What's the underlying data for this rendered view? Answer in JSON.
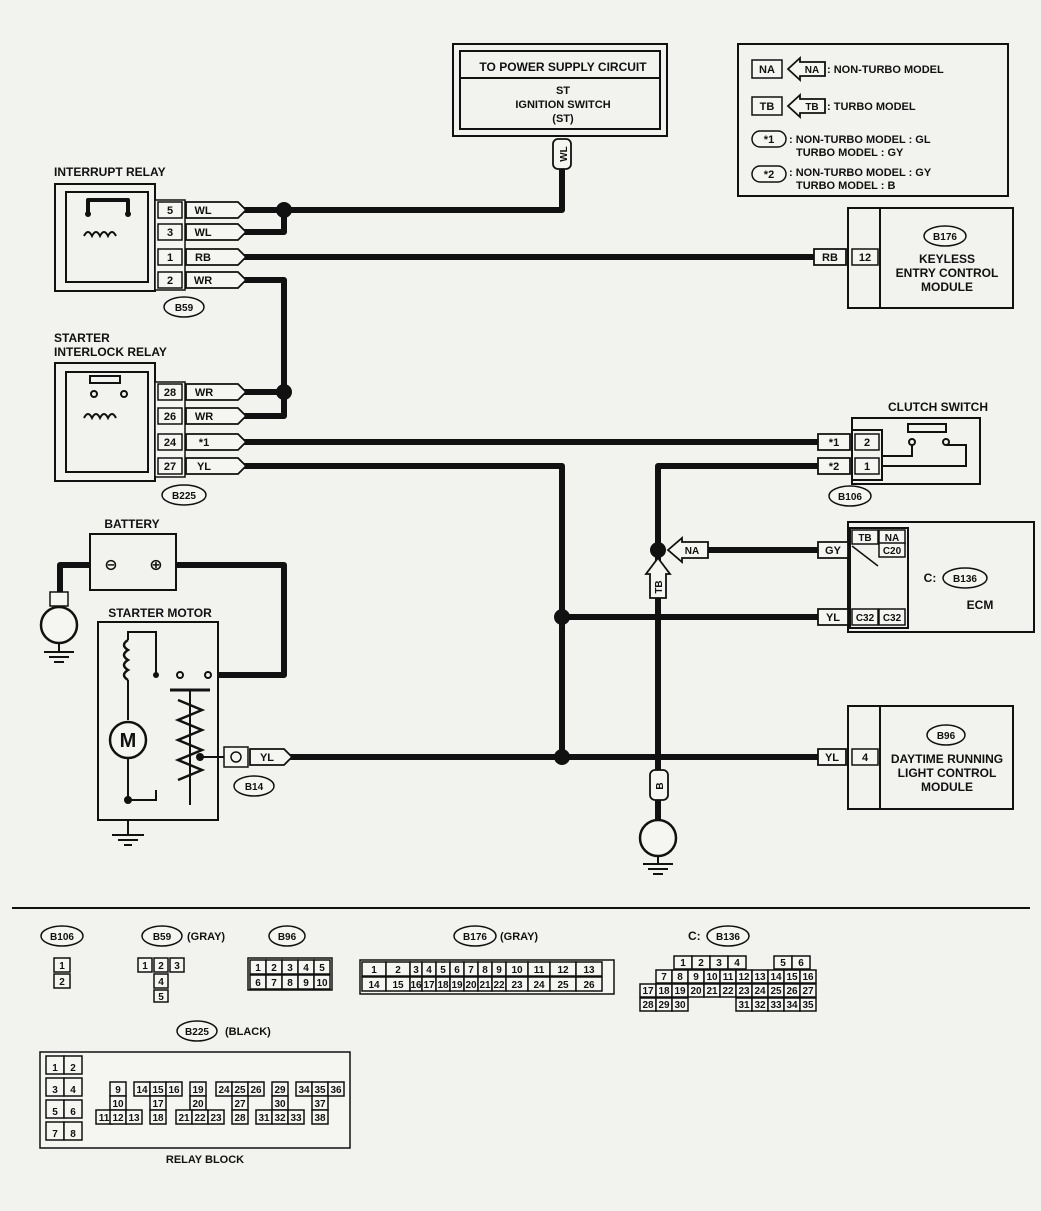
{
  "legend": {
    "na_tag": "NA",
    "na_text": ": NON-TURBO MODEL",
    "tb_tag": "TB",
    "tb_text": ": TURBO MODEL",
    "star1_tag": "*1",
    "star1_line1": ": NON-TURBO MODEL : GL",
    "star1_line2": "TURBO MODEL : GY",
    "star2_tag": "*2",
    "star2_line1": ": NON-TURBO MODEL : GY",
    "star2_line2": "TURBO MODEL : B"
  },
  "power_supply": {
    "title": "TO POWER SUPPLY CIRCUIT",
    "line1": "ST",
    "line2": "IGNITION SWITCH",
    "line3": "(ST)",
    "wire": "WL"
  },
  "interrupt_relay": {
    "title": "INTERRUPT RELAY",
    "connector": "B59",
    "pins": [
      {
        "pin": "5",
        "wire": "WL"
      },
      {
        "pin": "3",
        "wire": "WL"
      },
      {
        "pin": "1",
        "wire": "RB"
      },
      {
        "pin": "2",
        "wire": "WR"
      }
    ]
  },
  "starter_interlock_relay": {
    "title_line1": "STARTER",
    "title_line2": "INTERLOCK RELAY",
    "connector": "B225",
    "pins": [
      {
        "pin": "28",
        "wire": "WR"
      },
      {
        "pin": "26",
        "wire": "WR"
      },
      {
        "pin": "24",
        "wire": "*1"
      },
      {
        "pin": "27",
        "wire": "YL"
      }
    ]
  },
  "keyless": {
    "connector": "B176",
    "line1": "KEYLESS",
    "line2": "ENTRY CONTROL",
    "line3": "MODULE",
    "pin": "12",
    "wire": "RB"
  },
  "clutch_switch": {
    "title": "CLUTCH SWITCH",
    "connector": "B106",
    "pins": [
      {
        "pin": "2",
        "wire": "*1"
      },
      {
        "pin": "1",
        "wire": "*2"
      }
    ]
  },
  "ecm": {
    "prefix": "C:",
    "connector": "B136",
    "label": "ECM",
    "head_tb": "TB",
    "head_na": "NA",
    "gy_wire": "GY",
    "gy_pin": "C20",
    "yl_wire": "YL",
    "yl_pin_tb": "C32",
    "yl_pin_na": "C32",
    "na_flag": "NA",
    "tb_flag": "TB"
  },
  "drl": {
    "connector": "B96",
    "line1": "DAYTIME RUNNING",
    "line2": "LIGHT CONTROL",
    "line3": "MODULE",
    "pin": "4",
    "wire": "YL"
  },
  "battery": {
    "label": "BATTERY",
    "neg": "⊖",
    "pos": "⊕"
  },
  "starter_motor": {
    "label": "STARTER MOTOR",
    "motor": "M",
    "connector": "B14",
    "wire": "YL"
  },
  "ground_wire": "B",
  "connector_views": {
    "b106": {
      "name": "B106",
      "rows": [
        [
          "1"
        ],
        [
          "2"
        ]
      ]
    },
    "b59": {
      "name": "B59",
      "note": "(GRAY)",
      "rows": [
        [
          "1",
          "2",
          "3"
        ],
        [
          "4"
        ],
        [
          "5"
        ]
      ]
    },
    "b96": {
      "name": "B96",
      "rows": [
        [
          "1",
          "2",
          "3",
          "4",
          "5"
        ],
        [
          "6",
          "7",
          "8",
          "9",
          "10"
        ]
      ]
    },
    "b176": {
      "name": "B176",
      "note": "(GRAY)",
      "row1": [
        "1",
        "2",
        "3",
        "4",
        "5",
        "6",
        "7",
        "8",
        "9",
        "10",
        "11",
        "12",
        "13"
      ],
      "row2": [
        "14",
        "15",
        "16",
        "17",
        "18",
        "19",
        "20",
        "21",
        "22",
        "23",
        "24",
        "25",
        "26"
      ]
    },
    "b136": {
      "prefix": "C:",
      "name": "B136",
      "row1": [
        "1",
        "2",
        "3",
        "4",
        "5",
        "6"
      ],
      "row2": [
        "7",
        "8",
        "9",
        "10",
        "11",
        "12",
        "13",
        "14",
        "15",
        "16"
      ],
      "row3": [
        "17",
        "18",
        "19",
        "20",
        "21",
        "22",
        "23",
        "24",
        "25",
        "26",
        "27"
      ],
      "row4": [
        "28",
        "29",
        "30",
        "31",
        "32",
        "33",
        "34",
        "35"
      ]
    },
    "b225": {
      "name": "B225",
      "note": "(BLACK)",
      "caption": "RELAY BLOCK",
      "cells": [
        "1",
        "2",
        "3",
        "4",
        "5",
        "6",
        "7",
        "8",
        "9",
        "10",
        "11",
        "12",
        "13",
        "14",
        "15",
        "16",
        "17",
        "18",
        "19",
        "20",
        "21",
        "22",
        "23",
        "24",
        "25",
        "26",
        "27",
        "28",
        "29",
        "30",
        "31",
        "32",
        "33",
        "34",
        "35",
        "36",
        "37",
        "38"
      ]
    }
  }
}
